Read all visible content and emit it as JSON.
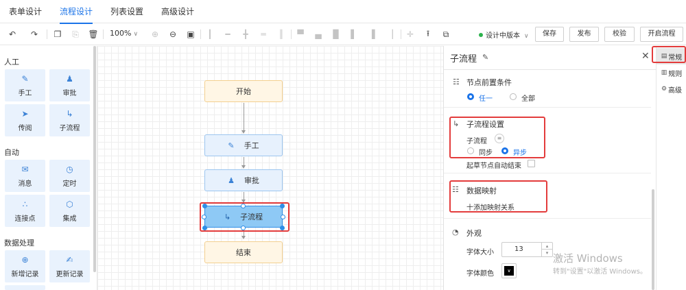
{
  "tabs": [
    "表单设计",
    "流程设计",
    "列表设置",
    "高级设计"
  ],
  "toolbar": {
    "zoom": "100%",
    "version": "设计中版本",
    "buttons": [
      "保存",
      "发布",
      "校验",
      "开启流程"
    ]
  },
  "palette": {
    "groups": [
      {
        "title": "人工",
        "items": [
          {
            "label": "手工",
            "icon": "edit-icon"
          },
          {
            "label": "审批",
            "icon": "user-icon"
          },
          {
            "label": "传阅",
            "icon": "send-icon"
          },
          {
            "label": "子流程",
            "icon": "subflow-icon"
          }
        ]
      },
      {
        "title": "自动",
        "items": [
          {
            "label": "消息",
            "icon": "message-icon"
          },
          {
            "label": "定时",
            "icon": "clock-icon"
          },
          {
            "label": "连接点",
            "icon": "share-icon"
          },
          {
            "label": "集成",
            "icon": "cube-icon"
          }
        ]
      },
      {
        "title": "数据处理",
        "items": [
          {
            "label": "新增记录",
            "icon": "plus-circle-icon"
          },
          {
            "label": "更新记录",
            "icon": "pen-icon"
          }
        ]
      }
    ]
  },
  "flow": {
    "nodes": [
      "开始",
      "手工",
      "审批",
      "子流程",
      "结束"
    ]
  },
  "panel": {
    "title": "子流程",
    "precondition": {
      "title": "节点前置条件",
      "options": [
        "任一",
        "全部"
      ],
      "selected": "任一"
    },
    "subflow_settings": {
      "title": "子流程设置",
      "field_label": "子流程",
      "options": [
        "同步",
        "异步"
      ],
      "selected": "异步",
      "auto_end_label": "起草节点自动结束"
    },
    "data_mapping": {
      "title": "数据映射",
      "add_label": "十添加映射关系"
    },
    "appearance": {
      "title": "外观",
      "font_size_label": "字体大小",
      "font_size_value": "13",
      "font_color_label": "字体颜色",
      "font_color_value": "#000000"
    }
  },
  "side_tabs": [
    "常规",
    "规则",
    "高级"
  ],
  "watermark": {
    "line1": "激活 Windows",
    "line2": "转到\"设置\"以激活 Windows。"
  },
  "colors": {
    "accent": "#1a73e8",
    "highlight": "#e33b3b"
  }
}
